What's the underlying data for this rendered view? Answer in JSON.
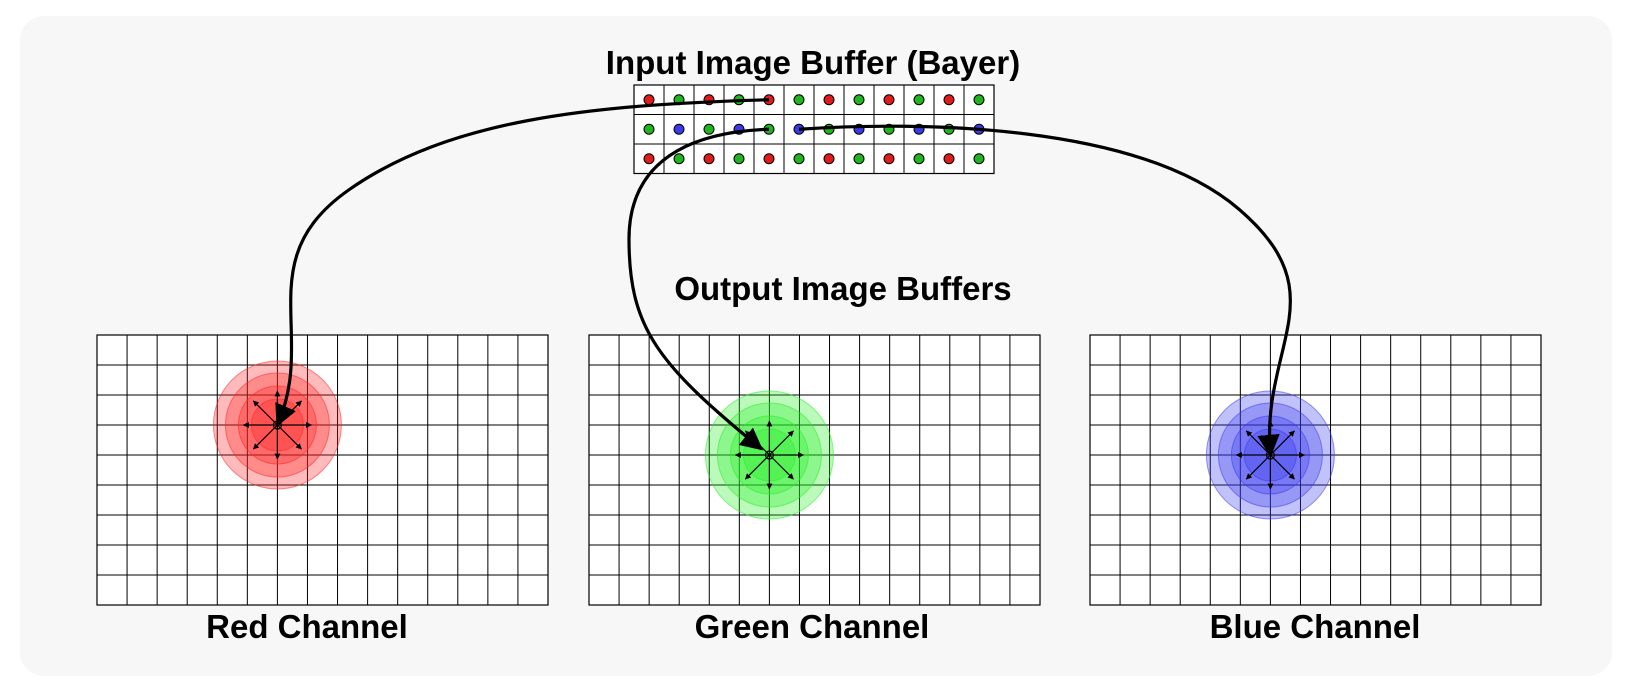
{
  "title": "Input Image Buffer (Bayer)",
  "output_title": "Output Image Buffers",
  "input_grid": {
    "rows": 3,
    "cols": 12,
    "pattern": [
      [
        "R",
        "G",
        "R",
        "G",
        "R",
        "G",
        "R",
        "G",
        "R",
        "G",
        "R",
        "G"
      ],
      [
        "G",
        "B",
        "G",
        "B",
        "G",
        "B",
        "G",
        "B",
        "G",
        "B",
        "G",
        "B"
      ],
      [
        "R",
        "G",
        "R",
        "G",
        "R",
        "G",
        "R",
        "G",
        "R",
        "G",
        "R",
        "G"
      ]
    ]
  },
  "colors": {
    "R": "#e01b1b",
    "G": "#1fb51f",
    "B": "#3a3ae8",
    "red_splat": "#ff1e1e",
    "green_splat": "#22ee22",
    "blue_splat": "#3434f0",
    "panel": "#f7f7f7"
  },
  "channels": [
    {
      "id": "red",
      "label": "Red Channel",
      "splat_cell": [
        6,
        3
      ],
      "source_cell": [
        0,
        4
      ]
    },
    {
      "id": "green",
      "label": "Green Channel",
      "splat_cell": [
        6,
        4
      ],
      "source_cell": [
        1,
        4
      ]
    },
    {
      "id": "blue",
      "label": "Blue Channel",
      "splat_cell": [
        6,
        4
      ],
      "source_cell": [
        1,
        5
      ]
    }
  ],
  "output_grid": {
    "rows": 9,
    "cols": 15
  }
}
